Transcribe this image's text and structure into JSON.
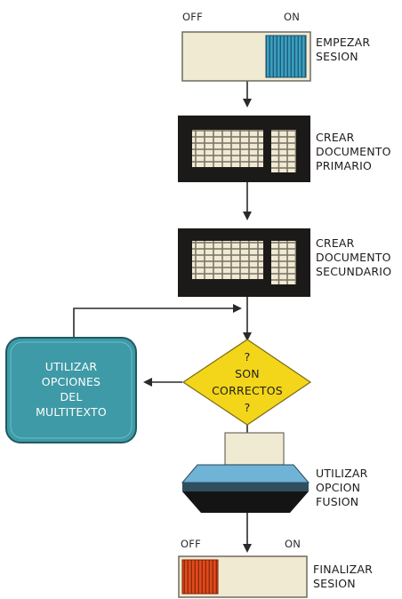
{
  "colors": {
    "switch_body": "#f1ead3",
    "switch_on_slider": "#3a9fc0",
    "switch_off_slider": "#e24a1c",
    "keyboard_body": "#1c1a18",
    "keys": "#f1ead3",
    "decision": "#f3d51a",
    "options_box": "#3e9aa6",
    "fusion_device": "#6fb3d6",
    "arrow": "#2a2a2a"
  },
  "steps": {
    "start": {
      "off_label": "OFF",
      "on_label": "ON",
      "lines": [
        "EMPEZAR",
        "SESION"
      ],
      "icon": "switch-on-icon"
    },
    "primary": {
      "lines": [
        "CREAR",
        "DOCUMENTO",
        "PRIMARIO"
      ],
      "icon": "keyboard-icon"
    },
    "secondary": {
      "lines": [
        "CREAR",
        "DOCUMENTO",
        "SECUNDARIO"
      ],
      "icon": "keyboard-icon"
    },
    "decision": {
      "lines": [
        "?",
        "SON",
        "CORRECTOS",
        "?"
      ],
      "icon": "diamond-icon"
    },
    "options": {
      "lines": [
        "UTILIZAR",
        "OPCIONES",
        "DEL",
        "MULTITEXTO"
      ],
      "icon": "monitor-icon"
    },
    "fusion": {
      "lines": [
        "UTILIZAR",
        "OPCION",
        "FUSION"
      ],
      "icon": "printer-icon"
    },
    "end": {
      "off_label": "OFF",
      "on_label": "ON",
      "lines": [
        "FINALIZAR",
        "SESION"
      ],
      "icon": "switch-off-icon"
    }
  }
}
